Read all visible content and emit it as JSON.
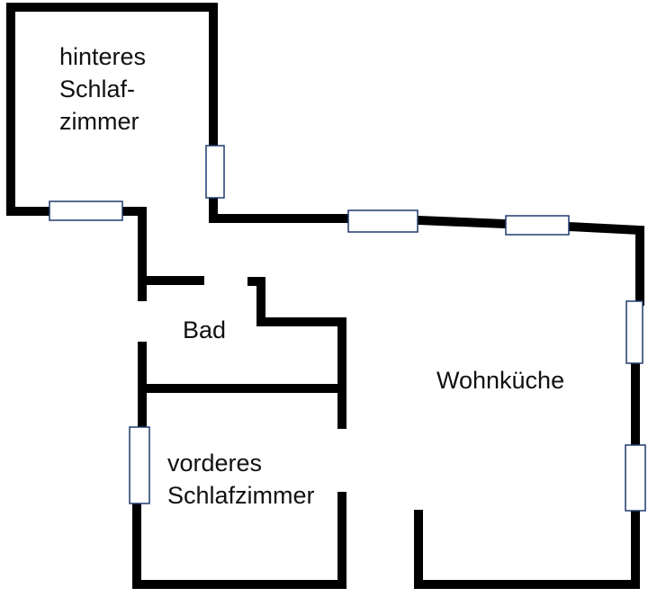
{
  "diagram": {
    "type": "floor-plan",
    "colors": {
      "wall": "#000000",
      "window_stroke": "#1f3a6e",
      "window_fill": "#ffffff",
      "background": "#ffffff",
      "text": "#111111"
    },
    "rooms": [
      {
        "id": "hinteres-schlafzimmer",
        "label": "hinteres\nSchlaf-\nzimmer"
      },
      {
        "id": "bad",
        "label": "Bad"
      },
      {
        "id": "wohnkueche",
        "label": "Wohnküche"
      },
      {
        "id": "vorderes-schlafzimmer",
        "label": "vorderes\nSchlafzimmer"
      }
    ],
    "window_count": 7
  }
}
